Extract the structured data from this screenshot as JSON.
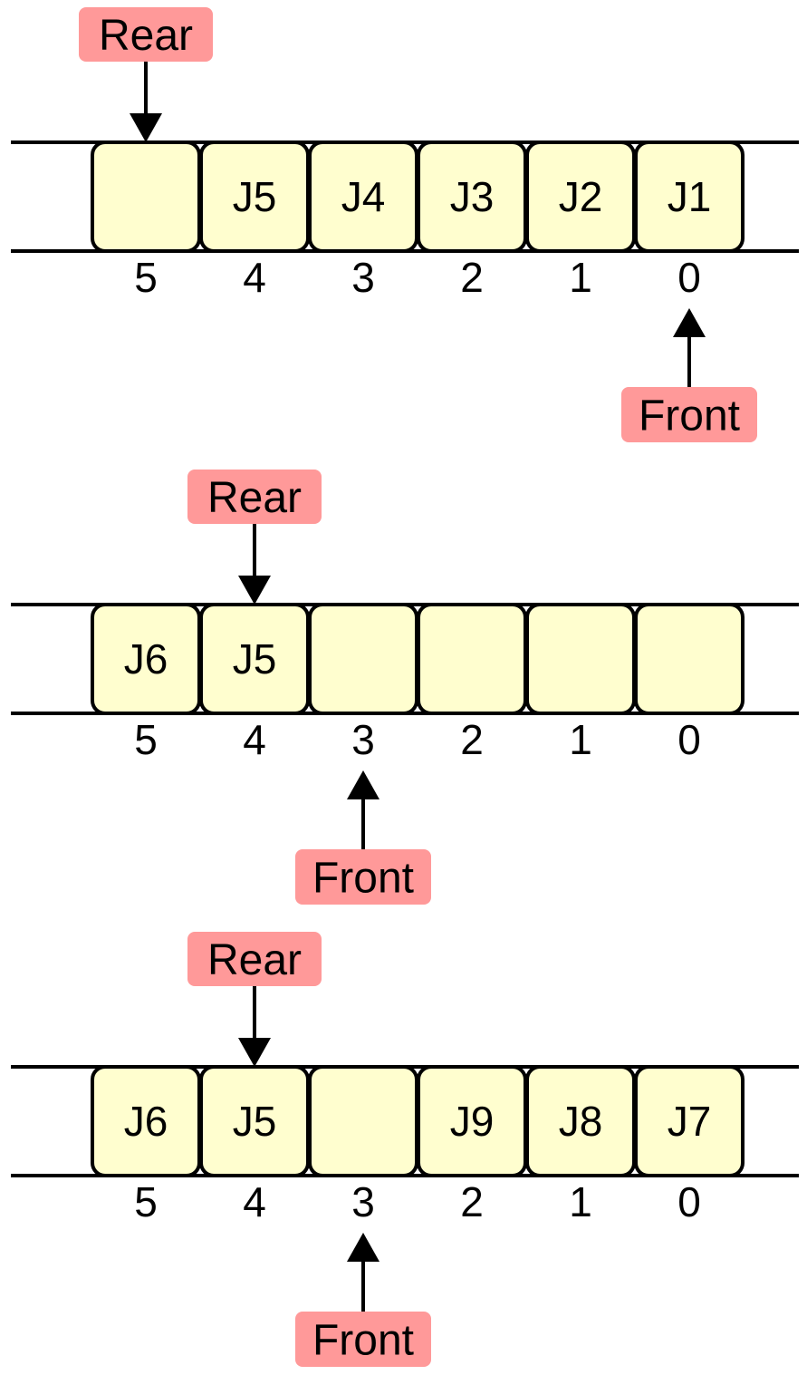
{
  "colors": {
    "cell_fill": "#fffecf",
    "cell_stroke": "#000000",
    "pointer_fill": "#ff9999",
    "line": "#000000"
  },
  "queues": [
    {
      "cells": [
        "",
        "J5",
        "J4",
        "J3",
        "J2",
        "J1"
      ],
      "indices": [
        "5",
        "4",
        "3",
        "2",
        "1",
        "0"
      ],
      "rear": {
        "label": "Rear",
        "slot": 0
      },
      "front": {
        "label": "Front",
        "slot": 5
      }
    },
    {
      "cells": [
        "J6",
        "J5",
        "",
        "",
        "",
        ""
      ],
      "indices": [
        "5",
        "4",
        "3",
        "2",
        "1",
        "0"
      ],
      "rear": {
        "label": "Rear",
        "slot": 1
      },
      "front": {
        "label": "Front",
        "slot": 2
      }
    },
    {
      "cells": [
        "J6",
        "J5",
        "",
        "J9",
        "J8",
        "J7"
      ],
      "indices": [
        "5",
        "4",
        "3",
        "2",
        "1",
        "0"
      ],
      "rear": {
        "label": "Rear",
        "slot": 1
      },
      "front": {
        "label": "Front",
        "slot": 2
      }
    }
  ]
}
